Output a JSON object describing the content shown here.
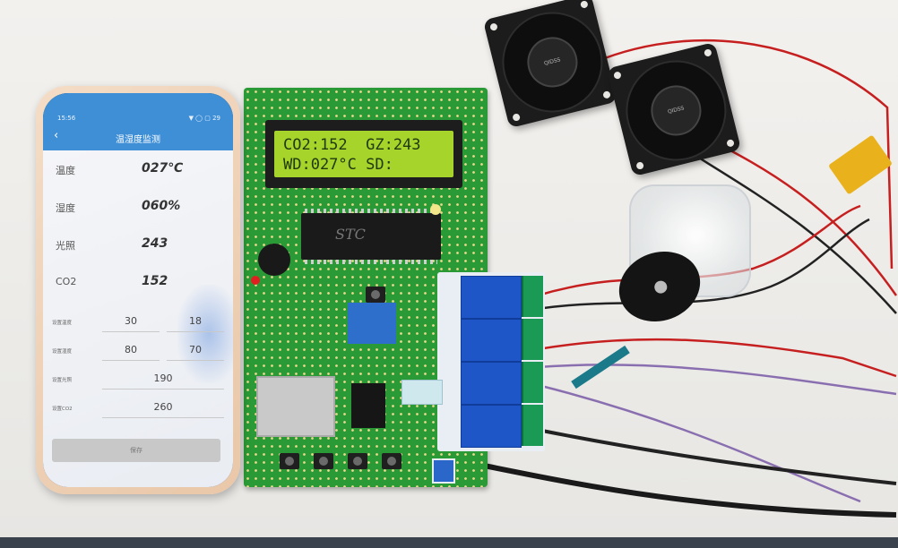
{
  "phone": {
    "status_time": "15:56",
    "status_icons": "▼ ◯ ▢ 29",
    "back_glyph": "‹",
    "title": "温湿度监测",
    "readings": [
      {
        "label": "温度",
        "value": "027℃"
      },
      {
        "label": "湿度",
        "value": "060%"
      },
      {
        "label": "光照",
        "value": "243"
      },
      {
        "label": "CO2",
        "value": "152"
      }
    ],
    "settings": [
      {
        "label": "设置温度",
        "min": "30",
        "max": "18"
      },
      {
        "label": "设置湿度",
        "min": "80",
        "max": "70"
      },
      {
        "label": "设置光照",
        "value": "190"
      },
      {
        "label": "设置CO2",
        "value": "260"
      }
    ],
    "save_label": "保存"
  },
  "board": {
    "lcd_line1": "CO2:152  GZ:243",
    "lcd_line2": "WD:027°C SD:",
    "chip_mark": "STC"
  },
  "colors": {
    "app_bar": "#3f8fd7",
    "pcb": "#2a9a36",
    "lcd_backlight": "#a7d42a",
    "relay": "#1f56c7"
  }
}
